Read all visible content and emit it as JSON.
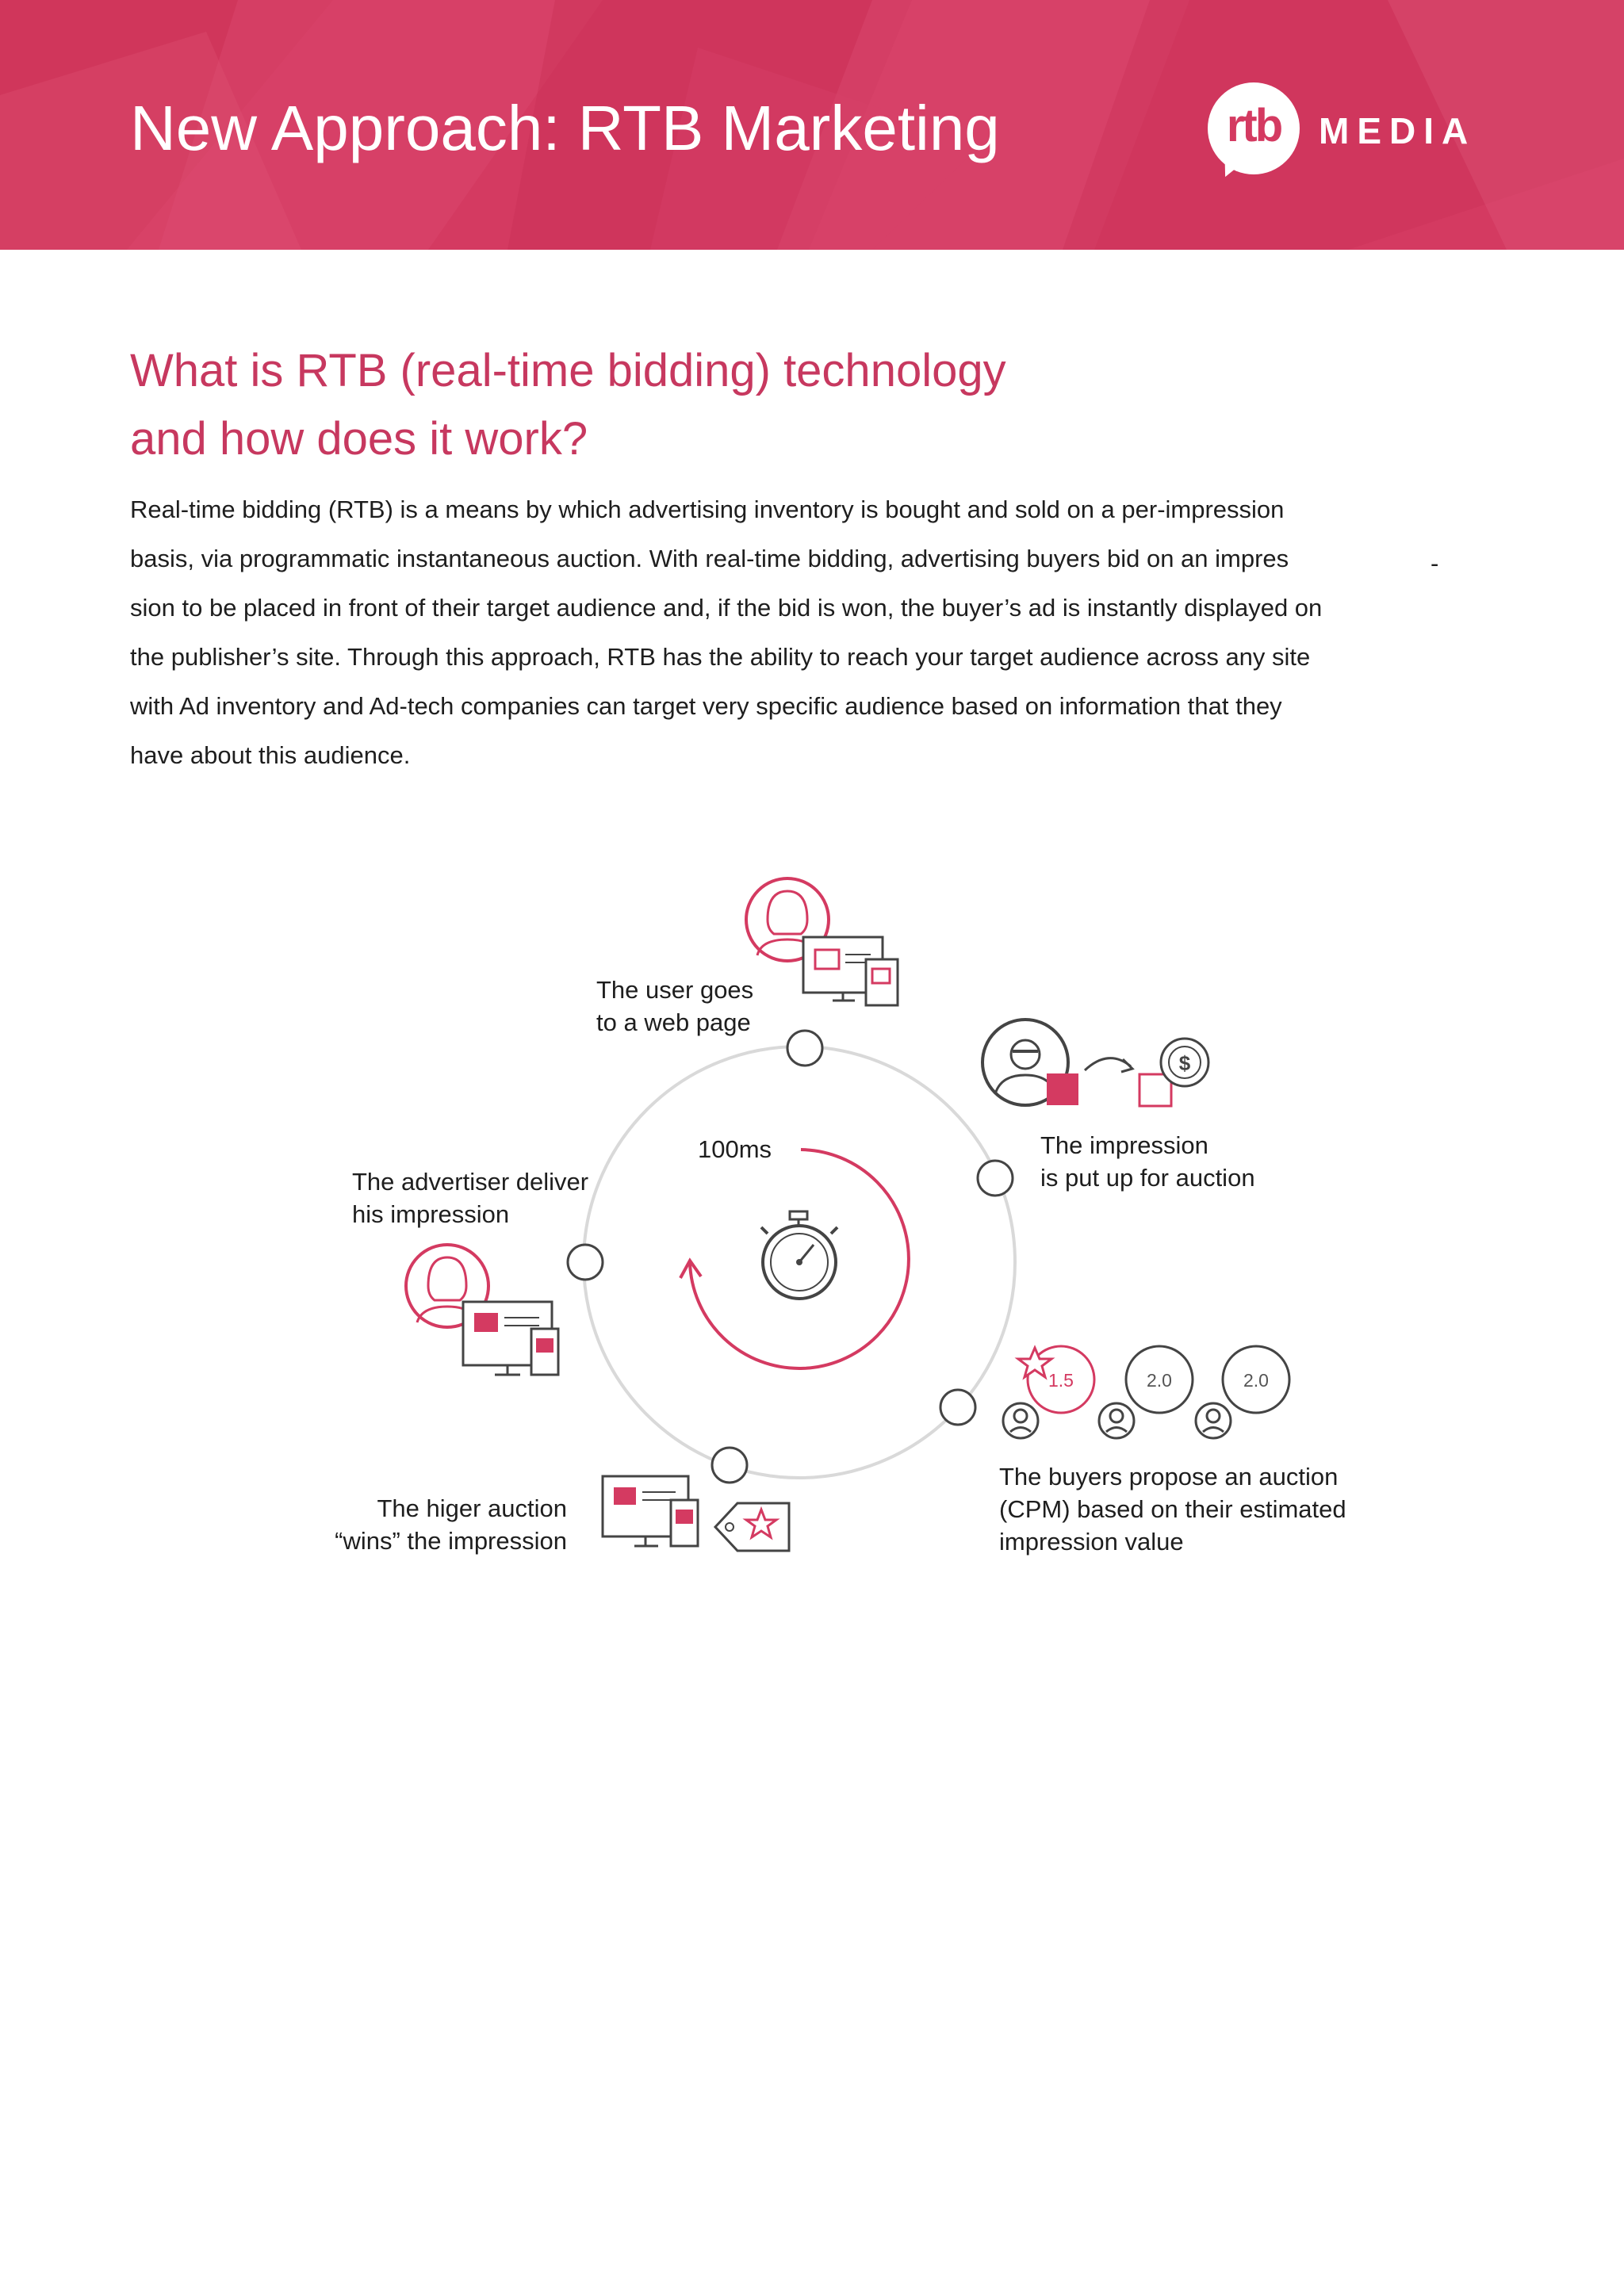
{
  "header": {
    "title": "New Approach: RTB Marketing",
    "logo_mark": "rtb",
    "logo_word": "MEDIA",
    "bg_color": "#d43a61"
  },
  "section": {
    "heading_lines": [
      "What is RTB (real-time bidding) technology",
      "and how does it work?"
    ],
    "heading_color": "#c7385f"
  },
  "intro_lines": [
    "Real-time  bidding (RTB) is a means by which advertising inventory is bought and sold on a per-impression",
    "basis, via programmatic instantaneous auction. With real-time bidding, advertising buyers bid on an impres",
    "sion to be placed in front of their target audience and, if the bid is won, the buyer’s ad is instantly displayed on",
    "the publisher’s site. Through this approach, RTB has the ability to reach your target audience across any site",
    "with Ad inventory and Ad-tech companies can target very specific audience based on information that they",
    "have about this audience."
  ],
  "intro_hyphen": "-",
  "diagram": {
    "timer_label": "100ms",
    "steps": [
      {
        "lines": [
          "The user goes",
          "to a web page"
        ]
      },
      {
        "lines": [
          "The impression",
          "is put up for auction"
        ]
      },
      {
        "lines": [
          "The buyers propose an auction",
          "(CPM) based on their estimated",
          "impression value"
        ]
      },
      {
        "lines": [
          "The higer auction",
          "“wins” the impression"
        ]
      },
      {
        "lines": [
          "The advertiser deliver",
          "his impression"
        ]
      }
    ],
    "bids": [
      "1.5",
      "2.0",
      "2.0"
    ],
    "icons": [
      "user-icon",
      "monitor-icon",
      "tablet-icon",
      "phone-icon",
      "advertiser-icon",
      "dollar-icon",
      "buyer-icon",
      "price-tag-icon",
      "star-icon",
      "stopwatch-icon",
      "arrow-icon"
    ],
    "accent_color": "#d43a61",
    "line_color": "#444444"
  }
}
